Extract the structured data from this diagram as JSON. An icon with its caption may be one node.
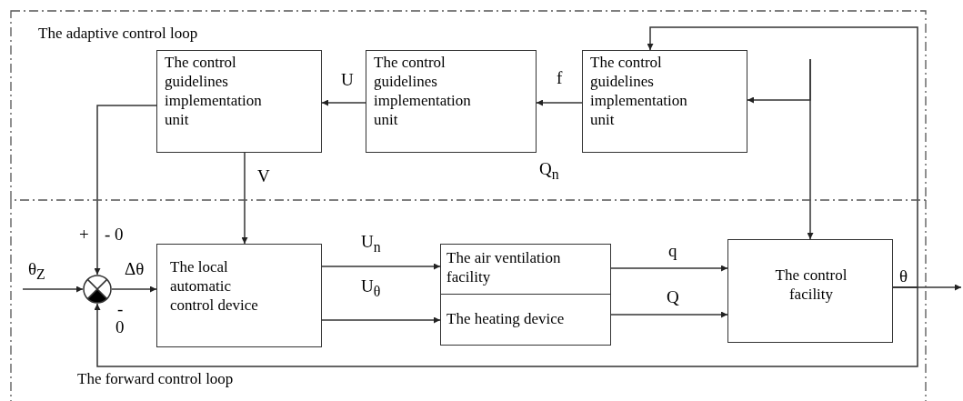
{
  "diagram": {
    "nodes": [
      {
        "text": [
          "The adaptive control loop"
        ]
      },
      {
        "text": [
          "The forward control loop"
        ]
      },
      {
        "text": [
          "The control guidelines implementation unit"
        ],
        "in": 0
      },
      {
        "text": [
          "The control guidelines implementation unit"
        ],
        "in": 0
      },
      {
        "text": [
          "The control guidelines implementation unit"
        ],
        "in": 0
      },
      {
        "text": [],
        "shape": "circle",
        "in": 1
      },
      {
        "text": [
          "The local automatic control device"
        ],
        "in": 1
      },
      {
        "text": [
          "The air ventilation facility"
        ],
        "in": 1
      },
      {
        "text": [
          "The heating device"
        ],
        "in": 1
      },
      {
        "text": [
          "The control facility"
        ],
        "in": 1
      }
    ],
    "edges": [
      {
        "from": null,
        "to": 5,
        "arrow": "to",
        "label": "θ$_{Z}$"
      },
      {
        "from": 5,
        "to": 6,
        "arrow": "to",
        "label": "Δθ"
      },
      {
        "from": 2,
        "to": 5,
        "arrow": "to"
      },
      {
        "from": 2,
        "to": 6,
        "arrow": "to",
        "label": "V"
      },
      {
        "from": 3,
        "to": 2,
        "arrow": "to",
        "label": "U"
      },
      {
        "from": 4,
        "to": 3,
        "arrow": "to",
        "label": "f"
      },
      {
        "from": 6,
        "to": 7,
        "arrow": "to",
        "label": "U$_{n}$"
      },
      {
        "from": 6,
        "to": 8,
        "arrow": "to",
        "label": "U$_{θ}$"
      },
      {
        "from": 7,
        "to": 9,
        "arrow": "to",
        "label": "q"
      },
      {
        "from": 8,
        "to": 9,
        "arrow": "to",
        "label": "Q"
      },
      {
        "from": 9,
        "to": null,
        "arrow": "to",
        "label": "θ"
      },
      {
        "from": 9,
        "to": 4,
        "arrow": "to"
      },
      {
        "from": 9,
        "to": 5,
        "arrow": "to"
      },
      {
        "from": null,
        "to": 9,
        "arrow": "to"
      },
      {
        "from": null,
        "to": 4,
        "arrow": "to"
      }
    ],
    "labels": [
      "+",
      "- 0",
      "-",
      "0",
      "Q$_{n}$"
    ]
  }
}
